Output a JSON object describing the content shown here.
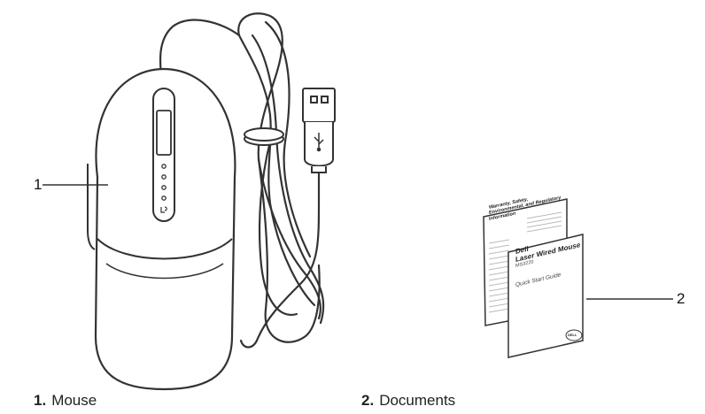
{
  "callouts": [
    {
      "number": "1"
    },
    {
      "number": "2"
    }
  ],
  "legend": [
    {
      "number": "1.",
      "label": "Mouse"
    },
    {
      "number": "2.",
      "label": "Documents"
    }
  ],
  "documents": {
    "back_title": "Warranty, Safety, Environmental, and Regulatory Information",
    "front_brand": "Dell",
    "front_product": "Laser Wired Mouse",
    "front_model": "MS3220",
    "front_guide": "Quick Start Guide",
    "logo_text": "DELL"
  },
  "icons": [
    "mouse-illustration",
    "usb-icon",
    "fingerprint-icon",
    "dell-logo-icon"
  ]
}
